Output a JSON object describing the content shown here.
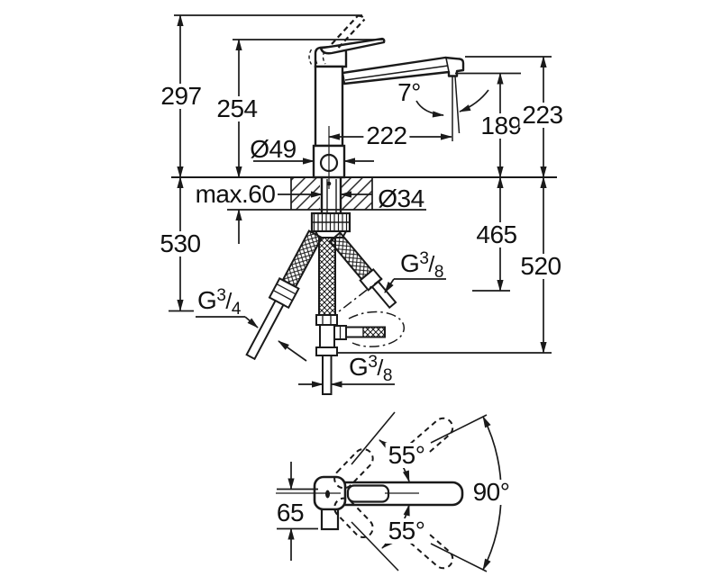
{
  "page": {
    "background": "#ffffff",
    "line_color": "#1a1a1a",
    "title": "faucet-dimension-drawing"
  },
  "side_view": {
    "height_overall": "297",
    "height_to_lever": "254",
    "body_diameter": "Ø49",
    "deck_thickness": "max.60",
    "clearance_below": "530",
    "spout_reach": "222",
    "spout_angle": "7°",
    "outlet_height": "189",
    "spout_height": "223",
    "shank_diameter": "Ø34",
    "hose_length_short": "465",
    "hose_length_long": "520",
    "thread_g34": {
      "prefix": "G",
      "numerator": "3",
      "slash": "/",
      "denominator": "4"
    },
    "thread_g38_side": {
      "prefix": "G",
      "numerator": "3",
      "slash": "/",
      "denominator": "8"
    },
    "thread_g38_bottom": {
      "prefix": "G",
      "numerator": "3",
      "slash": "/",
      "denominator": "8"
    }
  },
  "plan_view": {
    "swivel_upper": "55°",
    "swivel_total": "90°",
    "swivel_lower": "55°",
    "handle_projection": "65"
  }
}
